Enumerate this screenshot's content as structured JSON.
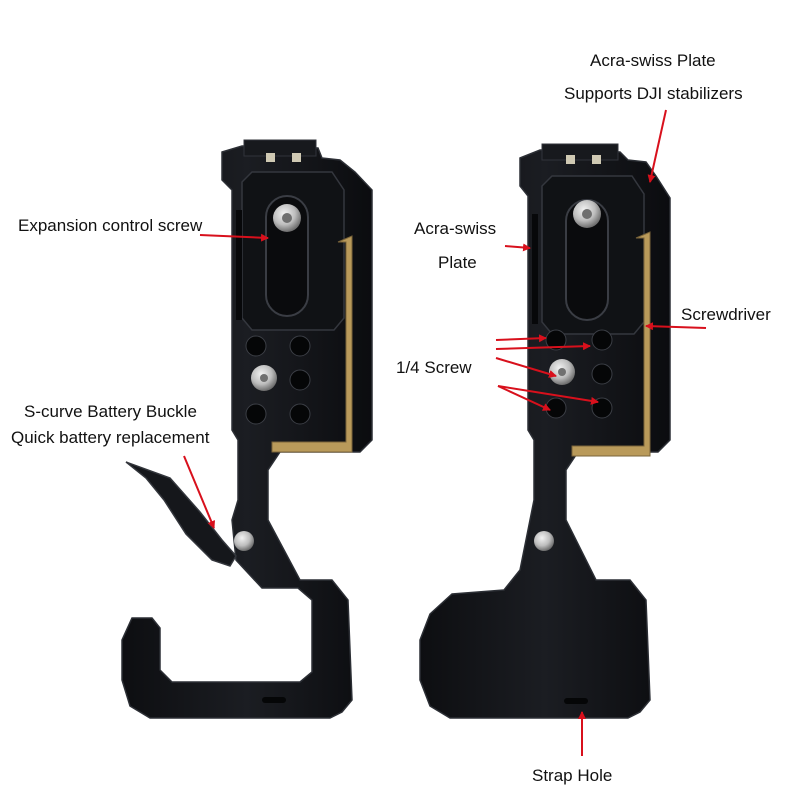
{
  "colors": {
    "background": "#ffffff",
    "plate": "#14161a",
    "plate_edge": "#2c2f35",
    "arrow": "#d8101c",
    "text": "#111111",
    "screw": "#c9c9c9",
    "brass": "#b99a5a"
  },
  "labels": {
    "expansion_control_screw": "Expansion control screw",
    "s_curve_line1": "S-curve Battery Buckle",
    "s_curve_line2": "Quick battery replacement",
    "acra_swiss_top_line1": "Acra-swiss Plate",
    "acra_swiss_top_line2": "Supports DJI stabilizers",
    "acra_swiss_side_line1": "Acra-swiss",
    "acra_swiss_side_line2": "Plate",
    "screwdriver": "Screwdriver",
    "quarter_screw": "1/4 Screw",
    "strap_hole": "Strap Hole"
  },
  "image_description_items": [
    "left-plate",
    "right-plate"
  ]
}
